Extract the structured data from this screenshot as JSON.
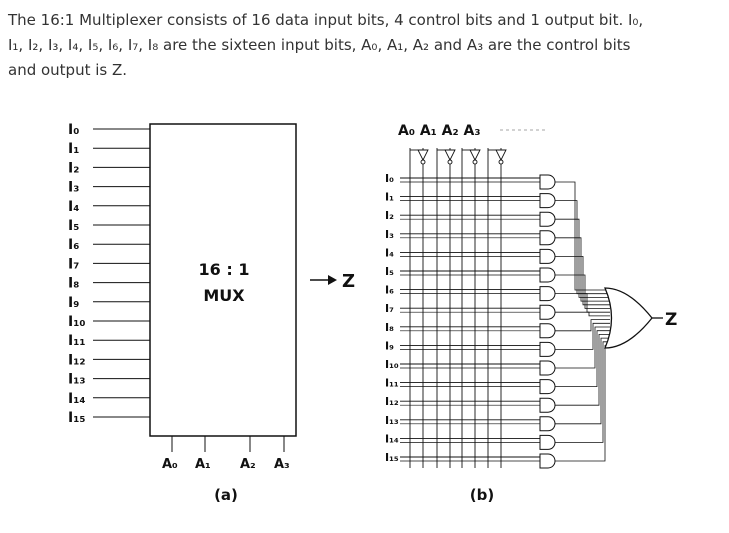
{
  "intro": {
    "line1": "The 16:1 Multiplexer consists of 16 data input bits, 4 control bits and 1 output bit. I₀,",
    "line2": "I₁, I₂, I₃, I₄, I₅, I₆, I₇, I₈ are the sixteen input bits, A₀, A₁, A₂ and A₃ are the control bits",
    "line3": "and output is Z."
  },
  "diagram_a": {
    "inputs": [
      "I₀",
      "I₁",
      "I₂",
      "I₃",
      "I₄",
      "I₅",
      "I₆",
      "I₇",
      "I₈",
      "I₉",
      "I₁₀",
      "I₁₁",
      "I₁₂",
      "I₁₃",
      "I₁₄",
      "I₁₅"
    ],
    "block_line1": "16 : 1",
    "block_line2": "MUX",
    "controls": [
      "A₀",
      "A₁",
      "A₂",
      "A₃"
    ],
    "output": "Z",
    "caption": "(a)"
  },
  "diagram_b": {
    "controls_label": "A₀ A₁ A₂ A₃",
    "inputs": [
      "I₀",
      "I₁",
      "I₂",
      "I₃",
      "I₄",
      "I₅",
      "I₆",
      "I₇",
      "I₈",
      "I₉",
      "I₁₀",
      "I₁₁",
      "I₁₂",
      "I₁₃",
      "I₁₄",
      "I₁₅"
    ],
    "output": "Z",
    "caption": "(b)"
  },
  "colors": {
    "ink": "#111111",
    "text": "#333333"
  }
}
